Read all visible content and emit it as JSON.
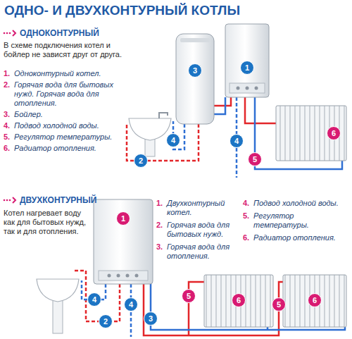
{
  "diagram": {
    "title": "ОДНО- И ДВУХКОНТУРНЫЙ КОТЛЫ",
    "labels": [
      "ОДНОКОНТУРНЫЙ",
      "В схеме подключения котел и бойлер не зависят друг от друга.",
      "1.",
      "Одноконтурный котел.",
      "2.",
      "Горячая вода для бытовых нужд. Горячая вода для отопления.",
      "3.",
      "Бойлер.",
      "4.",
      "Подвод холодной воды.",
      "5.",
      "Регулятор температуры.",
      "6.",
      "Радиатор отопления.",
      "3",
      "1",
      "4",
      "4",
      "2",
      "5",
      "6",
      "ДВУХКОНТУРНЫЙ",
      "Котел нагревает воду как для бытовых нужд, так и для отопления.",
      "1.",
      "Двухконтурный котел.",
      "2.",
      "Горячая вода для бытовых нужд.",
      "3.",
      "Горячая вода для отопления.",
      "4.",
      "Подвод холодной воды.",
      "5.",
      "Регулятор температуры.",
      "6.",
      "Радиатор отопления.",
      "1",
      "4",
      "4",
      "2",
      "3",
      "5",
      "6",
      "5",
      "6"
    ]
  }
}
